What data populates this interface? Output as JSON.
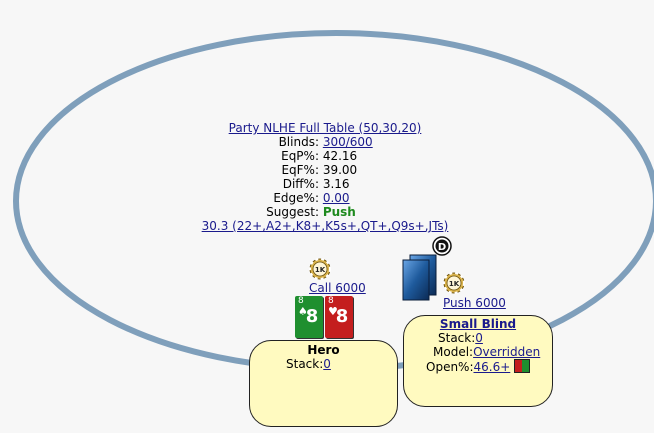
{
  "info": {
    "title": "Party NLHE Full Table (50,30,20)",
    "rows": [
      {
        "label": "Blinds:",
        "value": "300/600",
        "link": true
      },
      {
        "label": "EqP%:",
        "value": "42.16",
        "link": false
      },
      {
        "label": "EqF%:",
        "value": "39.00",
        "link": false
      },
      {
        "label": "Diff%:",
        "value": "3.16",
        "link": false
      },
      {
        "label": "Edge%:",
        "value": "0.00",
        "link": true
      },
      {
        "label": "Suggest:",
        "value": "Push",
        "link": false
      }
    ],
    "range": "30.3 (22+,A2+,K8+,K5s+,QT+,Q9s+,JTs)"
  },
  "chips": {
    "label": "1K"
  },
  "dealer": {
    "label": "D"
  },
  "hero": {
    "action": "Call 6000",
    "name": "Hero",
    "stack_label": "Stack:",
    "stack_value": "0",
    "cards": [
      {
        "rank": "8",
        "suit": "♠",
        "color": "#1f8f2f"
      },
      {
        "rank": "8",
        "suit": "♥",
        "color": "#c41e1e"
      }
    ]
  },
  "villain": {
    "action": "Push 6000",
    "name": "Small Blind",
    "stack_label": "Stack:",
    "stack_value": "0",
    "model_label": "Model:",
    "model_value": "Overridden",
    "open_label": "Open%:",
    "open_value": "46.6+",
    "open_fraction": 0.466,
    "bar_colors": {
      "fill": "#c41e1e",
      "rest": "#1f8f2f"
    }
  },
  "colors": {
    "table_border": "#7f9fbb",
    "seat_bg": "#fffac0",
    "link": "#1a1a8c",
    "push": "#1e8a1e"
  }
}
